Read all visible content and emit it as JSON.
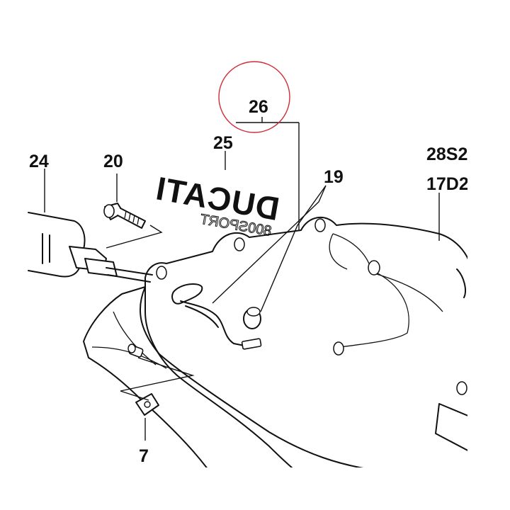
{
  "callouts": {
    "c26": "26",
    "c25": "25",
    "c20": "20",
    "c24": "24",
    "c19": "19",
    "c28": "28S2",
    "c17": "17D2",
    "c7": "7"
  },
  "logo": {
    "brand": "DUCATI",
    "model": "800SPORT"
  },
  "highlight_color": "#d22b3a"
}
